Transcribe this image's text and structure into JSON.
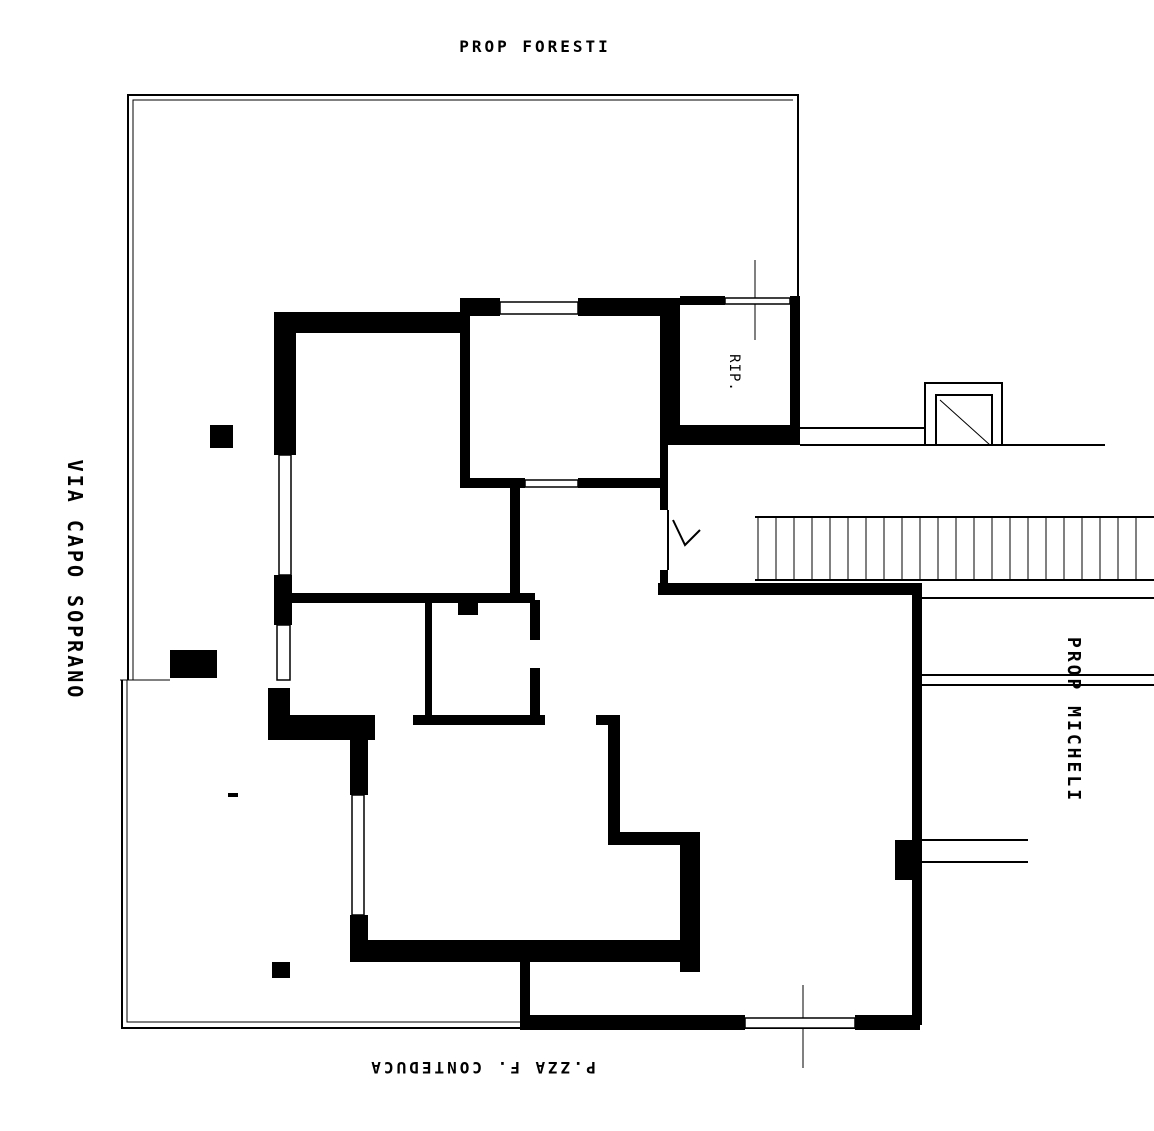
{
  "labels": {
    "north": "PROP FORESTI",
    "west": "VIA CAPO SOPRANO",
    "east": "PROP MICHELI",
    "south": "P.ZZA F. CONTEDUCA",
    "storage": "RIP."
  },
  "colors": {
    "ink": "#000000",
    "paper": "#ffffff"
  }
}
